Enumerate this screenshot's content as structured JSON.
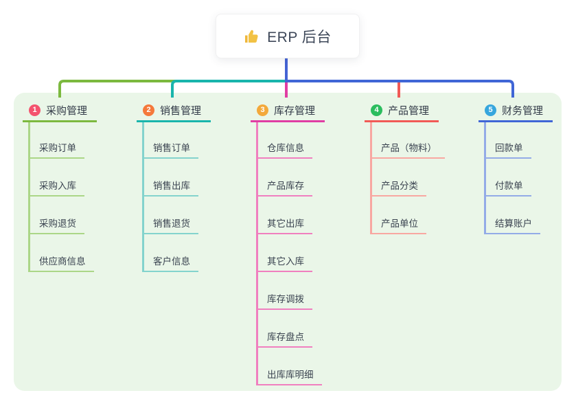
{
  "root": {
    "icon": "thumbs-up",
    "label": "ERP 后台"
  },
  "colors": {
    "panel_bg": "#EAF6E8",
    "root_connector": "#4463D4",
    "thumb_icon": "#F2C244"
  },
  "branches": [
    {
      "badge": "1",
      "label": "采购管理",
      "color": "#7CB93F",
      "light_color": "#ABD687",
      "badge_color": "#F4536E",
      "items": [
        "采购订单",
        "采购入库",
        "采购退货",
        "供应商信息"
      ]
    },
    {
      "badge": "2",
      "label": "销售管理",
      "color": "#19B5AC",
      "light_color": "#83D3CD",
      "badge_color": "#F5793B",
      "items": [
        "销售订单",
        "销售出库",
        "销售退货",
        "客户信息"
      ]
    },
    {
      "badge": "3",
      "label": "库存管理",
      "color": "#E03DA3",
      "light_color": "#F07FBF",
      "badge_color": "#F3A93B",
      "items": [
        "仓库信息",
        "产品库存",
        "其它出库",
        "其它入库",
        "库存调拨",
        "库存盘点",
        "出库库明细"
      ]
    },
    {
      "badge": "4",
      "label": "产品管理",
      "color": "#F15A56",
      "light_color": "#F8A7A1",
      "badge_color": "#2BBD5E",
      "items": [
        "产品（物料）",
        "产品分类",
        "产品单位"
      ]
    },
    {
      "badge": "5",
      "label": "财务管理",
      "color": "#4066D6",
      "light_color": "#93ABE7",
      "badge_color": "#36A6DD",
      "items": [
        "回款单",
        "付款单",
        "结算账户"
      ]
    }
  ]
}
